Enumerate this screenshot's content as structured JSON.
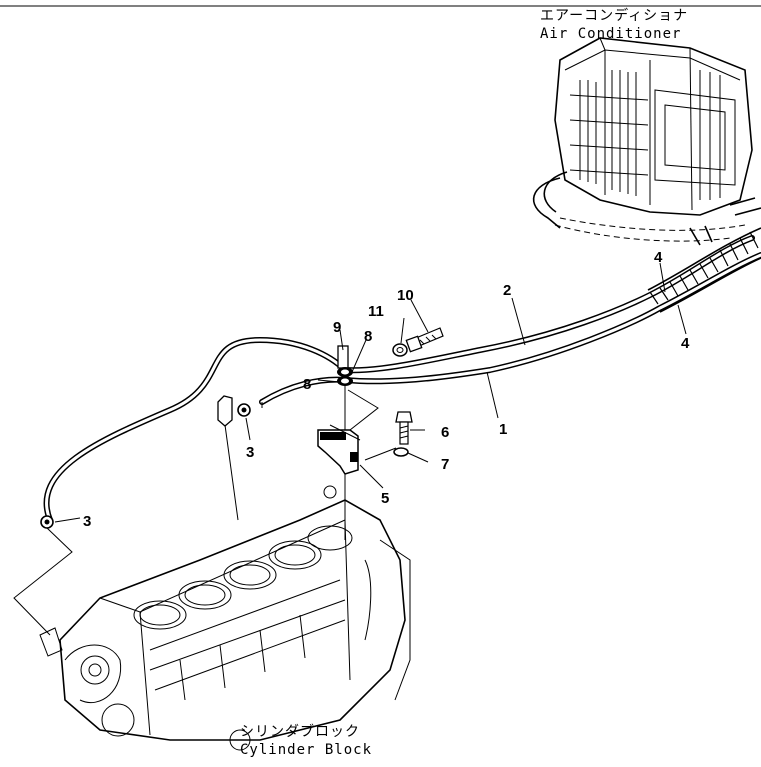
{
  "captions": {
    "air_conditioner_jp": "エアーコンディショナ",
    "air_conditioner_en": "Air Conditioner",
    "cylinder_block_jp": "シリンダブロック",
    "cylinder_block_en": "Cylinder Block"
  },
  "callouts": [
    {
      "id": "c1",
      "text": "1"
    },
    {
      "id": "c2",
      "text": "2"
    },
    {
      "id": "c3a",
      "text": "3"
    },
    {
      "id": "c3b",
      "text": "3"
    },
    {
      "id": "c4a",
      "text": "4"
    },
    {
      "id": "c4b",
      "text": "4"
    },
    {
      "id": "c5",
      "text": "5"
    },
    {
      "id": "c6",
      "text": "6"
    },
    {
      "id": "c7",
      "text": "7"
    },
    {
      "id": "c8a",
      "text": "8"
    },
    {
      "id": "c8b",
      "text": "8"
    },
    {
      "id": "c9",
      "text": "9"
    },
    {
      "id": "c10",
      "text": "10"
    },
    {
      "id": "c11",
      "text": "11"
    }
  ]
}
